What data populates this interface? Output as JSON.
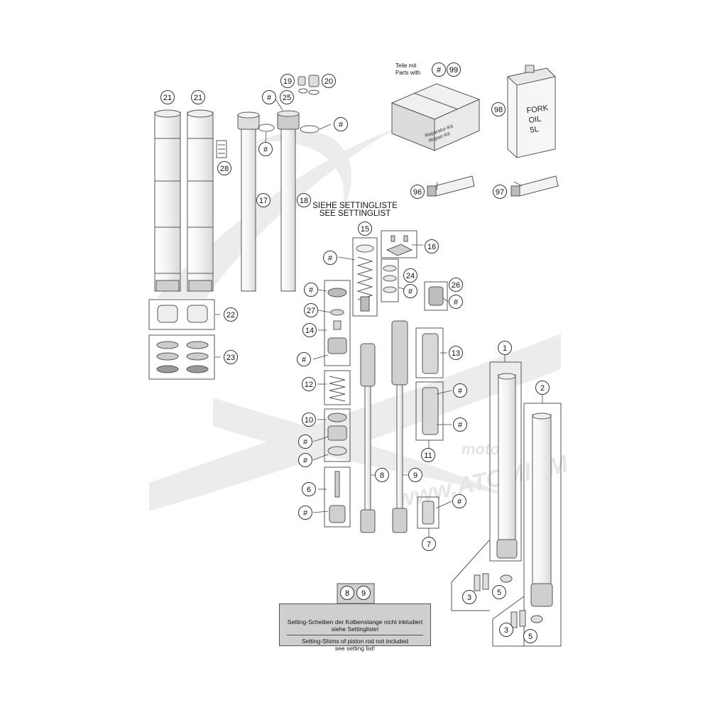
{
  "header": {
    "setting_de": "SIEHE SETTINGLISTE",
    "setting_en": "SEE SETTINGLIST"
  },
  "kit_note": {
    "line1": "Teile mit",
    "line2": "Parts with",
    "ref_hash": "#",
    "ref_num": "99"
  },
  "oil_can": {
    "l1": "FORK",
    "l2": "OIL",
    "l3": "5L"
  },
  "repair_kit": {
    "l1": "Reparatur-Kit",
    "l2": "Repair-Kit"
  },
  "watermark": {
    "moto": "moto",
    "url": "www.ATOMICM"
  },
  "note_box": {
    "ref1": "8",
    "ref2": "9",
    "de_line1": "Setting-Scheiben der Kolbenstange nicht inkludiert",
    "de_line2": "siehe Settingliste!",
    "en_line1": "Setting-Shims of piston rod not included",
    "en_line2": "see setting list!"
  },
  "callouts": [
    {
      "label": "21"
    },
    {
      "label": "21"
    },
    {
      "label": "19"
    },
    {
      "label": "20"
    },
    {
      "label": "#"
    },
    {
      "label": "25"
    },
    {
      "label": "#"
    },
    {
      "label": "#"
    },
    {
      "label": "28"
    },
    {
      "label": "17"
    },
    {
      "label": "18"
    },
    {
      "label": "98"
    },
    {
      "label": "96"
    },
    {
      "label": "97"
    },
    {
      "label": "15"
    },
    {
      "label": "16"
    },
    {
      "label": "#"
    },
    {
      "label": "24"
    },
    {
      "label": "#"
    },
    {
      "label": "26"
    },
    {
      "label": "#"
    },
    {
      "label": "#"
    },
    {
      "label": "27"
    },
    {
      "label": "14"
    },
    {
      "label": "#"
    },
    {
      "label": "22"
    },
    {
      "label": "23"
    },
    {
      "label": "13"
    },
    {
      "label": "12"
    },
    {
      "label": "#"
    },
    {
      "label": "10"
    },
    {
      "label": "#"
    },
    {
      "label": "#"
    },
    {
      "label": "#"
    },
    {
      "label": "11"
    },
    {
      "label": "8"
    },
    {
      "label": "9"
    },
    {
      "label": "6"
    },
    {
      "label": "#"
    },
    {
      "label": "#"
    },
    {
      "label": "7"
    },
    {
      "label": "1"
    },
    {
      "label": "2"
    },
    {
      "label": "3"
    },
    {
      "label": "5"
    },
    {
      "label": "3"
    },
    {
      "label": "5"
    }
  ]
}
